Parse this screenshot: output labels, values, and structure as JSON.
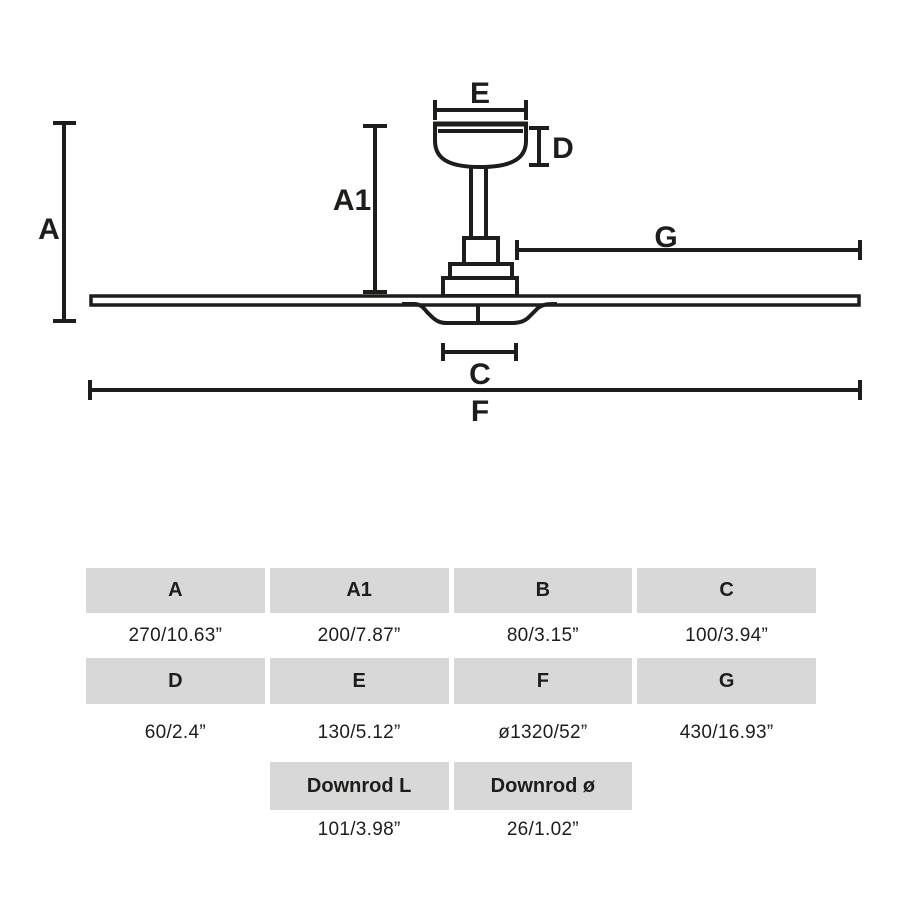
{
  "diagram": {
    "labels": {
      "a": "A",
      "a1": "A1",
      "e": "E",
      "d": "D",
      "g": "G",
      "c": "C",
      "f": "F"
    }
  },
  "colors": {
    "line": "#1d1d1b",
    "table_header_bg": "#d8d8d8",
    "text": "#1d1d1b"
  },
  "table": {
    "row1_headers": [
      "A",
      "A1",
      "B",
      "C"
    ],
    "row1_values": [
      "270/10.63”",
      "200/7.87”",
      "80/3.15”",
      "100/3.94”"
    ],
    "row2_headers": [
      "D",
      "E",
      "F",
      "G"
    ],
    "row2_values": [
      "60/2.4”",
      "130/5.12”",
      "ø1320/52”",
      "430/16.93”"
    ],
    "row3_headers": [
      "Downrod L",
      "Downrod ø"
    ],
    "row3_values": [
      "101/3.98”",
      "26/1.02”"
    ]
  }
}
